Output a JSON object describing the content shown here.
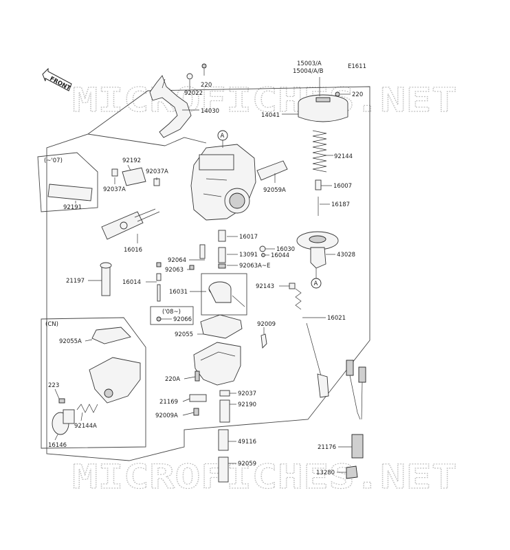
{
  "diagram_code": "E1611",
  "watermark": "MICROFICHES.NET",
  "front_label": "FRONT",
  "ref_marker": "A",
  "labels": {
    "p15003": "15003/A",
    "p15004": "15004/A/B",
    "p220_top": "220",
    "p220_cap": "220",
    "p92022": "92022",
    "p14030": "14030",
    "p14041": "14041",
    "p92144": "92144",
    "p16007": "16007",
    "p16187": "16187",
    "p43028": "43028",
    "p92192": "92192",
    "p92037A_1": "92037A",
    "p92037A_2": "92037A",
    "p92059A": "92059A",
    "p92191": "92191",
    "p16016": "16016",
    "p16017": "16017",
    "p16030": "16030",
    "p13091": "13091",
    "p16044": "16044",
    "p92064": "92064",
    "p92063": "92063",
    "p92063AE": "92063A~E",
    "p21197": "21197",
    "p16014": "16014",
    "p16031": "16031",
    "p92143": "92143",
    "p16021": "16021",
    "p92066": "92066",
    "p92009": "92009",
    "p92055": "92055",
    "p92055A": "92055A",
    "p223": "223",
    "p92144A": "92144A",
    "p16146": "16146",
    "p220A": "220A",
    "p21169": "21169",
    "p92009A": "92009A",
    "p92037": "92037",
    "p92190": "92190",
    "p49116": "49116",
    "p92059": "92059",
    "p21176": "21176",
    "p13280": "13280"
  },
  "notes": {
    "up_to_07": "(~'07)",
    "from_08": "('08~)",
    "cn": "(CN)"
  }
}
